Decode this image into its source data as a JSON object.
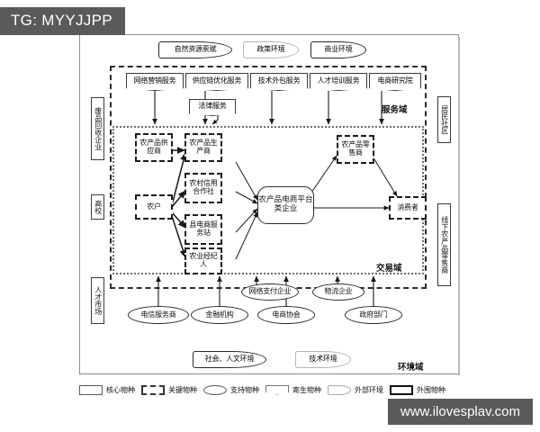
{
  "tag": {
    "label": "TG: MYYJJPP"
  },
  "watermark": {
    "label": "www.ilovesplav.com"
  },
  "domains": {
    "service": "服务域",
    "transaction": "交易域",
    "environment": "环境域"
  },
  "top_environment": [
    {
      "label": "自然资源禀赋",
      "style": "external-environment"
    },
    {
      "label": "政策环境",
      "style": "external-environment-gray"
    },
    {
      "label": "商业环境",
      "style": "external-environment"
    }
  ],
  "service_nodes": [
    {
      "label": "网络营销服务"
    },
    {
      "label": "供应链优化服务"
    },
    {
      "label": "技术外包服务"
    },
    {
      "label": "人才培训服务"
    },
    {
      "label": "电商研究院"
    },
    {
      "label": "法律服务"
    }
  ],
  "left_outer_nodes": [
    {
      "label": "废品回收企业"
    },
    {
      "label": "高校"
    },
    {
      "label": "人才市场"
    }
  ],
  "right_outer_nodes": [
    {
      "label": "居民社区"
    },
    {
      "label": "线下农产品零售商"
    }
  ],
  "transaction_nodes": [
    {
      "label": "农产品供应商",
      "type": "key-species"
    },
    {
      "label": "农产品生产商",
      "type": "key-species"
    },
    {
      "label": "农村信用合作社",
      "type": "key-species"
    },
    {
      "label": "农户",
      "type": "key-species"
    },
    {
      "label": "县电商服务站",
      "type": "key-species"
    },
    {
      "label": "农业经纪人",
      "type": "key-species"
    },
    {
      "label": "农产品电商平台类企业",
      "type": "core-species"
    },
    {
      "label": "农产品零售商",
      "type": "key-species"
    },
    {
      "label": "消费者",
      "type": "key-species"
    }
  ],
  "support_nodes": [
    {
      "label": "网络支付企业"
    },
    {
      "label": "物流企业"
    },
    {
      "label": "电信服务商"
    },
    {
      "label": "金融机构"
    },
    {
      "label": "电商协会"
    },
    {
      "label": "政府部门"
    }
  ],
  "bottom_environment": [
    {
      "label": "社会、人文环境"
    },
    {
      "label": "技术环境"
    }
  ],
  "legend": [
    {
      "label": "核心物种",
      "swatch": "solid-rect"
    },
    {
      "label": "关键物种",
      "swatch": "dashed-rect"
    },
    {
      "label": "支持物种",
      "swatch": "ellipse"
    },
    {
      "label": "寄生物种",
      "swatch": "flag-rect"
    },
    {
      "label": "外部环境",
      "swatch": "round-right-rect"
    },
    {
      "label": "外围物种",
      "swatch": "thick-rect"
    }
  ],
  "colors": {
    "frame": "#8d8d8d",
    "dashed_frame": "#2b2b2b",
    "dotted_frame": "#6d6d6d",
    "badge_bg": "#5a5a5a",
    "text": "#111111"
  }
}
